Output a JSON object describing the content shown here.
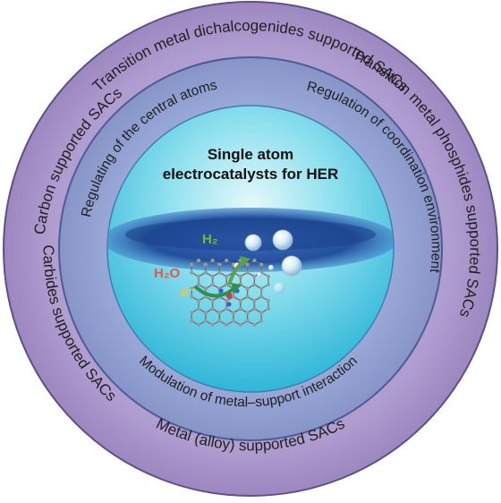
{
  "diagram": {
    "center": {
      "title_line1": "Single atom",
      "title_line2": "electrocatalysts for HER"
    },
    "inner_ring": {
      "top_left": "Regulating of the central atoms",
      "top_right": "Regulation of coordination environment",
      "bottom": "Modulation of metal–support interaction"
    },
    "outer_ring": {
      "top": "Transition metal dichalcogenides supported SACs",
      "right": "Transition metal phosphides supported SACs",
      "bottom": "Metal (alloy) supported SACs",
      "left_lower": "Carbides supported SACs",
      "left_upper": "Carbon supported SACs"
    },
    "illustration_labels": {
      "h2": "H₂",
      "h2o": "H₂O",
      "electron": "e⁻"
    },
    "colors": {
      "outer_ring": "#a590c6",
      "inner_ring": "#8e9ccf",
      "center": "#6fd3e6",
      "water_band": "#1f4fa0",
      "h2_label": "#7ab648",
      "h2o_label": "#e0574f",
      "electron_label": "#f2c531"
    }
  }
}
